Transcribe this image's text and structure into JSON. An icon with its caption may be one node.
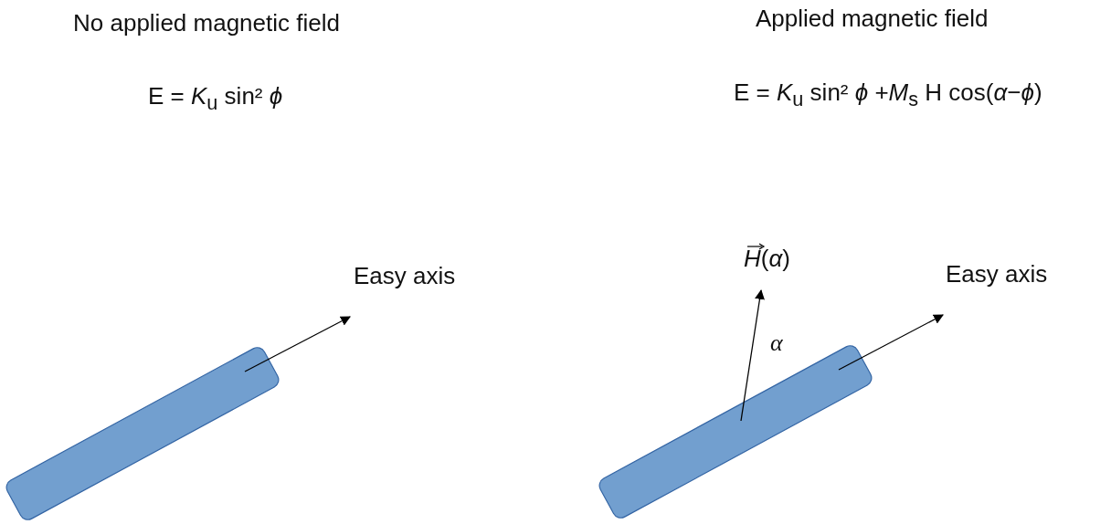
{
  "diagram": {
    "nodes": [
      {
        "text": [],
        "shape": "bar"
      },
      {
        "text": [],
        "shape": "bar"
      }
    ],
    "labels": [
      "No applied magnetic field",
      "Applied magnetic field",
      "E = *K*$_{u}$ sin² *ϕ*",
      "E = *K*$_{u}$ sin² *ϕ* +*M*$_{s}$ H cos(*α*−*ϕ*)",
      "Easy axis",
      "*H*(*α*)",
      "Easy axis",
      "α"
    ]
  }
}
